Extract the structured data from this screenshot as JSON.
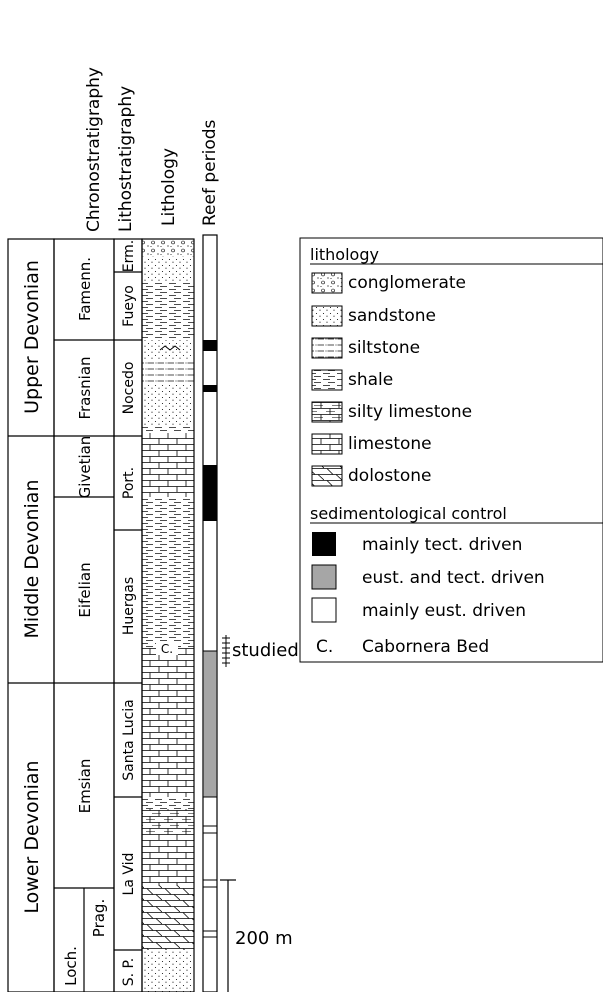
{
  "headers": {
    "chrono": "Chronostratigraphy",
    "litho": "Lithostratigraphy",
    "lithology": "Lithology",
    "reef": "Reef periods"
  },
  "series": {
    "upper": "Upper Devonian",
    "middle": "Middle Devonian",
    "lower": "Lower Devonian"
  },
  "stages": {
    "famenn": "Famenn.",
    "frasnian": "Frasnian",
    "givetian": "Givetian",
    "eifelian": "Eifelian",
    "emsian": "Emsian",
    "prag": "Prag.",
    "loch": "Loch."
  },
  "formations": {
    "erm": "Erm.",
    "fueyo": "Fueyo",
    "nocedo": "Nocedo",
    "port": "Port.",
    "huergas": "Huergas",
    "santa_lucia": "Santa Lucia",
    "la_vid": "La Vid",
    "sp": "S. P."
  },
  "column": {
    "cabornera_marker": "C.",
    "studied_interval": "studied interval",
    "scale_label": "200 m"
  },
  "legend": {
    "lithology_title": "lithology",
    "lithology_items": [
      "conglomerate",
      "sandstone",
      "siltstone",
      "shale",
      "silty limestone",
      "limestone",
      "dolostone"
    ],
    "control_title": "sedimentological control",
    "control_items": [
      "mainly tect. driven",
      "eust. and tect. driven",
      "mainly eust. driven"
    ],
    "cabornera_symbol": "C.",
    "cabornera_label": "Cabornera Bed",
    "colors": {
      "tect": "#000000",
      "eust_tect": "#a6a6a6",
      "eust": "#ffffff"
    }
  }
}
